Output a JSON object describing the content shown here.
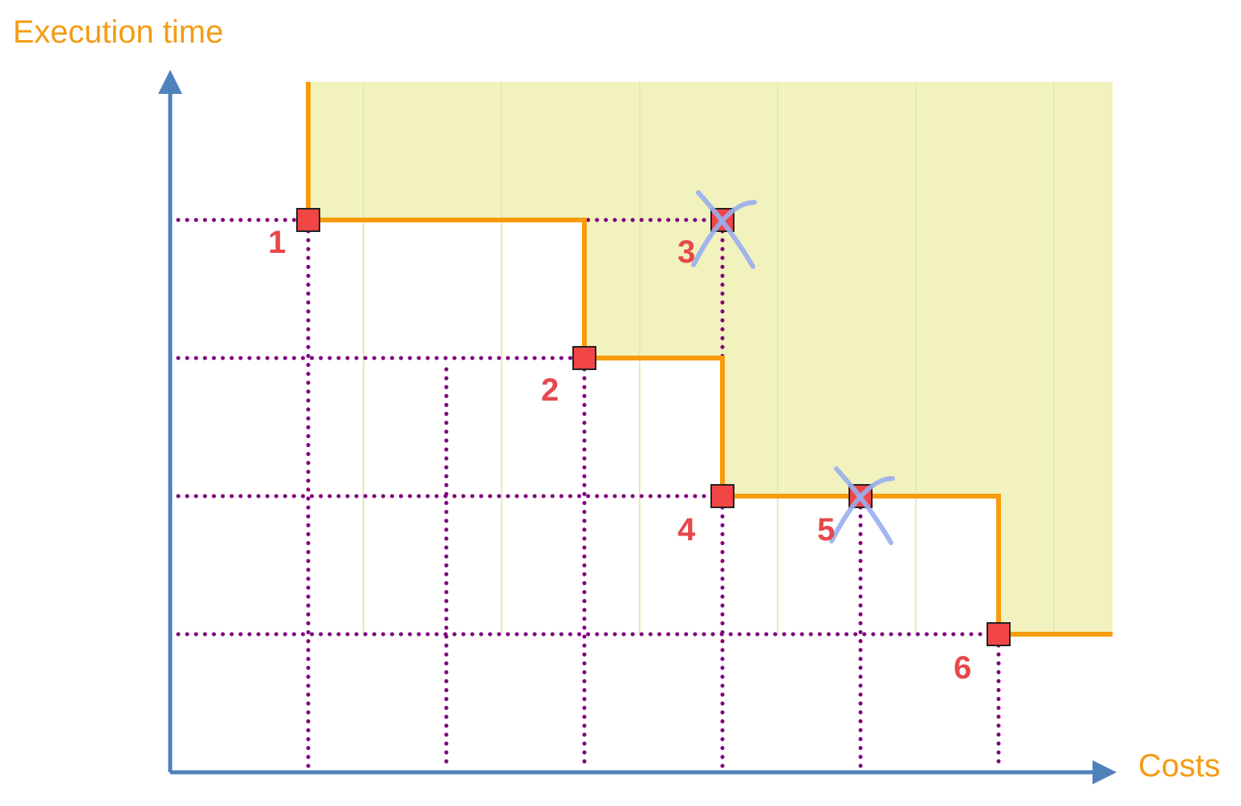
{
  "colors": {
    "axis": "#4f81bd",
    "frontier": "#f99b0c",
    "dominated_region": "#f1f2bd",
    "grid": "#800080",
    "point_fill": "#f24545",
    "point_stroke": "#222222",
    "point_label": "#e8474b",
    "strike": "#99aef0",
    "title": "#f39c12"
  },
  "axes": {
    "x_title": "Costs",
    "y_title": "Execution time"
  },
  "points": [
    {
      "label": "1",
      "cost": 1,
      "time": 4,
      "dominated": false
    },
    {
      "label": "2",
      "cost": 3,
      "time": 3,
      "dominated": false
    },
    {
      "label": "3",
      "cost": 4,
      "time": 4,
      "dominated": true
    },
    {
      "label": "4",
      "cost": 4,
      "time": 2,
      "dominated": false
    },
    {
      "label": "5",
      "cost": 5,
      "time": 2,
      "dominated": true
    },
    {
      "label": "6",
      "cost": 6,
      "time": 1,
      "dominated": false
    }
  ],
  "grid": {
    "cost_lines": [
      1,
      2,
      3,
      4,
      5,
      6
    ],
    "time_lines": [
      1,
      2,
      3,
      4
    ]
  },
  "icons": {
    "dominated_mark": "cross-out-icon"
  }
}
